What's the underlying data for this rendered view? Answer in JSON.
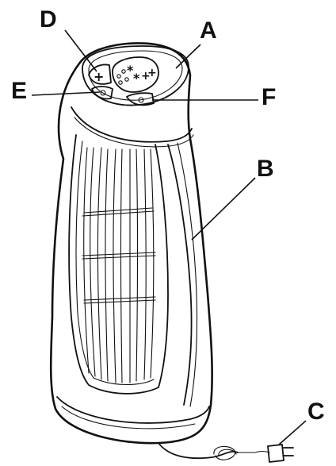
{
  "labels": {
    "A": "A",
    "B": "B",
    "C": "C",
    "D": "D",
    "E": "E",
    "F": "F"
  },
  "control_symbols": {
    "plus_button": "+",
    "star_1": "*",
    "star_2": "*",
    "plus_1": "+",
    "plus_2": "+"
  },
  "colors": {
    "line": "#111111",
    "background": "#ffffff"
  }
}
